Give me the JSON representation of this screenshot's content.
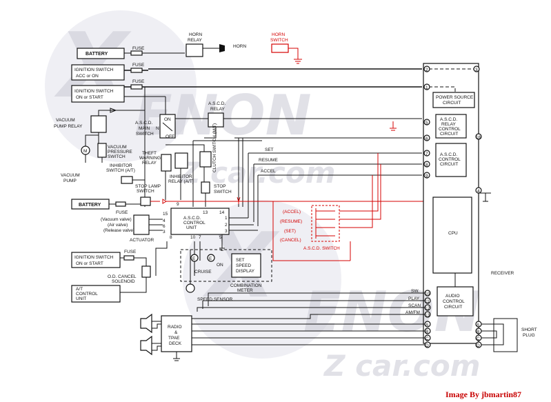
{
  "watermark": {
    "top_x": "X",
    "top_text": "ENON",
    "top_sub": "Z car.com",
    "bottom_x": "X",
    "bottom_text": "ENON",
    "bottom_sub": "Z car.com"
  },
  "credit": "Image By jbmartin87",
  "left": {
    "battery": "BATTERY",
    "fuse1": "FUSE",
    "ign_acc_1": "IGNITION SWITCH",
    "ign_acc_2": "ACC or ON",
    "fuse2": "FUSE",
    "ign_on_1": "IGNITION SWITCH",
    "ign_on_2": "ON or START",
    "fuse3": "FUSE",
    "vac_relay_1": "VACUUM",
    "vac_relay_2": "PUMP RELAY",
    "vac_press_1": "VACUUM",
    "vac_press_2": "PRESSURE",
    "vac_press_3": "SWITCH",
    "vac_pump_1": "VACUUM",
    "vac_pump_2": "PUMP",
    "motor": "M",
    "inhibitor_at_1": "INHIBITOR",
    "inhibitor_at_2": "SWITCH (A/T)",
    "battery2": "BATTERY",
    "fuse4": "FUSE",
    "ign_on2_1": "IGNITION SWITCH",
    "ign_on2_2": "ON or START",
    "fuse5": "FUSE",
    "od_1": "O.D. CANCEL",
    "od_2": "SOLENOID",
    "at_1": "A/T",
    "at_2": "CONTROL",
    "at_3": "UNIT"
  },
  "top": {
    "horn_relay_1": "HORN",
    "horn_relay_2": "RELAY",
    "horn": "HORN",
    "horn_switch_1": "HORN",
    "horn_switch_2": "SWITCH"
  },
  "middle": {
    "main_sw_1": "A.S.C.D.",
    "main_sw_2": "MAIN",
    "main_sw_3": "SWITCH",
    "on": "ON",
    "n": "N",
    "off": "OFF",
    "ascd_relay_1": "A.S.C.D.",
    "ascd_relay_2": "RELAY",
    "theft_1": "THEFT",
    "theft_2": "WARNING",
    "theft_3": "RELAY",
    "clutch": "CLUTCH SWITCH (M/T)",
    "inh_relay_1": "INHIBITOR",
    "inh_relay_2": "RELAY (A/T)",
    "stop_sw_1": "STOP",
    "stop_sw_2": "SWITCH",
    "stop_lamp_1": "STOP LAMP",
    "stop_lamp_2": "SWITCH",
    "set": "SET",
    "resume": "RESUME",
    "accel": "ACCEL",
    "cu_1": "A.S.C.D.",
    "cu_2": "CONTROL",
    "cu_3": "UNIT",
    "vac_valve": "(Vacuum valve)",
    "air_valve": "(Air valve)",
    "rel_valve": "(Release valve)",
    "actuator": "ACTUATOR",
    "pins": [
      "15",
      "9",
      "13",
      "14",
      "4",
      "6",
      "3",
      "1",
      "2",
      "3",
      "8",
      "10",
      "7",
      "5"
    ],
    "cruise": "CRUISE",
    "on2": "ON",
    "e": "E",
    "set_disp_1": "SET",
    "set_disp_2": "SPEED",
    "set_disp_3": "DISPLAY",
    "comb_1": "COMBINATION",
    "comb_2": "METER",
    "speed_sensor": "SPEED SENSOR"
  },
  "ascd_switch": {
    "accel": "(ACCEL)",
    "resume": "(RESUME)",
    "set": "(SET)",
    "cancel": "(CANCEL)",
    "title": "A.S.C.D. SWITCH"
  },
  "right": {
    "power_1": "POWER SOURCE",
    "power_2": "CIRCUIT",
    "relay_ctrl_1": "A.S.C.D.",
    "relay_ctrl_2": "RELAY",
    "relay_ctrl_3": "CONTROL",
    "relay_ctrl_4": "CIRCUIT",
    "ctrl_1": "A.S.C.D.",
    "ctrl_2": "CONTROL",
    "ctrl_3": "CIRCUIT",
    "cpu": "CPU",
    "receiver": "RECEIVER",
    "sw": "SW.",
    "play": "PLAY",
    "scan": "SCAN",
    "amfm": "AM/FM",
    "audio_1": "AUDIO",
    "audio_2": "CONTROL",
    "audio_3": "CIRCUIT",
    "short_1": "SHORT",
    "short_2": "PLUG",
    "pin_labels": [
      "2",
      "3",
      "1",
      "5",
      "6",
      "7",
      "8",
      "9",
      "16",
      "4",
      "10",
      "11",
      "12",
      "13",
      "A",
      "B",
      "C",
      "D"
    ]
  },
  "radio": {
    "l1": "RADIO",
    "l2": "&",
    "l3": "TPAE",
    "l4": "DECK"
  }
}
